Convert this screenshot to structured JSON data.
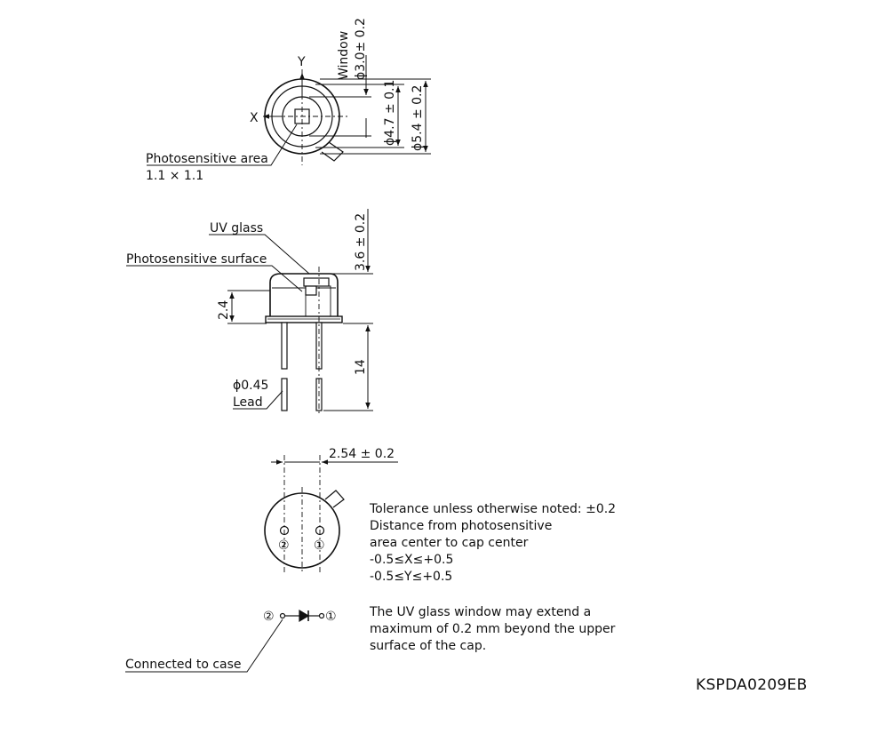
{
  "top_view": {
    "axis_y": "Y",
    "axis_x": "X",
    "window_label": "Window",
    "window_dim": "ϕ3.0± 0.2",
    "dim_inner": "ϕ4.7 ± 0.1",
    "dim_outer": "ϕ5.4 ± 0.2",
    "photosensitive_area_label": "Photosensitive area",
    "photosensitive_area_size": "1.1 × 1.1"
  },
  "side_view": {
    "uv_glass_label": "UV glass",
    "photosensitive_surface_label": "Photosensitive surface",
    "dim_height": "3.6 ± 0.2",
    "dim_cap": "2.4",
    "dim_lead_length": "14",
    "lead_diameter": "ϕ0.45",
    "lead_label": "Lead"
  },
  "bottom_view": {
    "pin_spacing": "2.54 ± 0.2",
    "pin_1": "①",
    "pin_2": "②"
  },
  "schematic": {
    "pin_2": "②",
    "pin_1": "①",
    "connected_label": "Connected to case"
  },
  "notes": {
    "tolerance_lines": [
      "Tolerance unless otherwise noted: ±0.2",
      "Distance from photosensitive",
      "area center to cap center",
      "-0.5≤X≤+0.5",
      "-0.5≤Y≤+0.5"
    ],
    "uv_lines": [
      "The UV glass window may extend a",
      "maximum of 0.2 mm beyond the upper",
      "surface of the cap."
    ]
  },
  "drawing_code": "KSPDA0209EB"
}
